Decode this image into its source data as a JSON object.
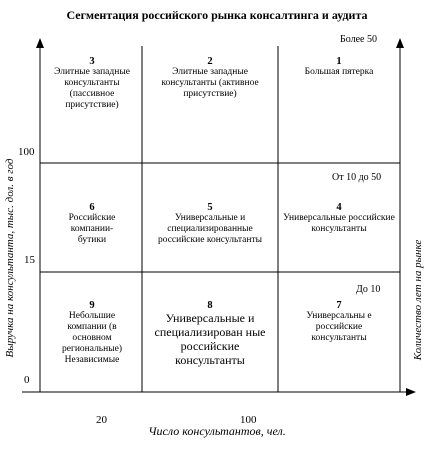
{
  "title": "Сегментация российского рынка консалтинга и аудита",
  "y_axis_label": "Выручка на консультанта, тыс. дол. в год",
  "x_axis_label": "Число консультантов, чел.",
  "right_axis_label": "Количество лет на рынке",
  "y_ticks": [
    "100",
    "15",
    "0"
  ],
  "x_ticks": [
    "20",
    "100"
  ],
  "right_notes": [
    "Более 50",
    "От 10 до 50",
    "До 10"
  ],
  "cells": {
    "c1": {
      "num": "1",
      "text": "Большая пятерка"
    },
    "c2": {
      "num": "2",
      "text": "Элитные западные консультанты (активное присутствие)"
    },
    "c3": {
      "num": "3",
      "text": "Элитные западные консультанты (пассивное присутствие)"
    },
    "c4": {
      "num": "4",
      "text": "Универсальные российские консультанты"
    },
    "c5": {
      "num": "5",
      "text": "Универсальные и специализированные российские консультанты"
    },
    "c6": {
      "num": "6",
      "text": "Российские компании-бутики"
    },
    "c7": {
      "num": "7",
      "text": "Универсальны е российские консультанты"
    },
    "c8": {
      "num": "8",
      "text": "Универсальные и специализирован ные российские консультанты"
    },
    "c9": {
      "num": "9",
      "text": "Небольшие компании (в основном региональные) Независимые"
    }
  }
}
